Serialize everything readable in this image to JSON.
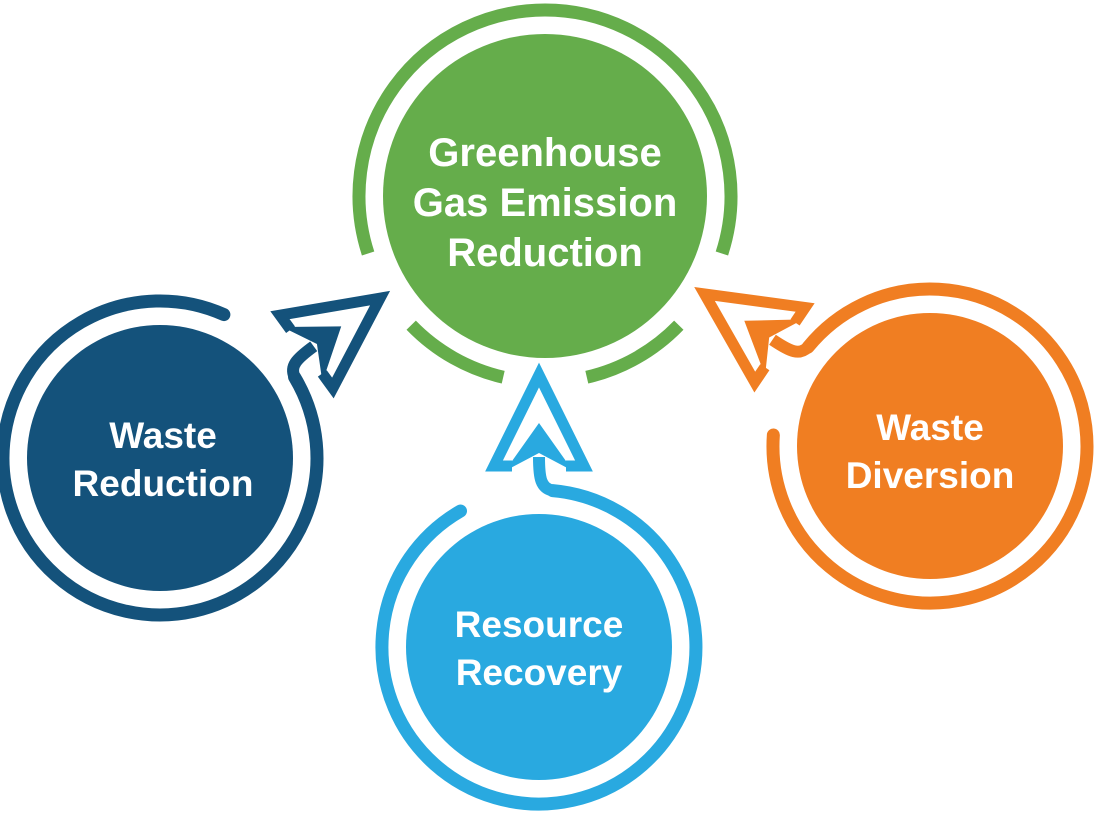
{
  "diagram": {
    "background_color": "#FFFFFF",
    "text_color": "#FFFFFF",
    "center": {
      "id": "greenhouse-gas-emission-reduction",
      "label": "Greenhouse\nGas Emission\nReduction",
      "color": "#65AD4B"
    },
    "nodes": [
      {
        "id": "waste-reduction",
        "label": "Waste\nReduction",
        "color": "#14527B",
        "arrow_to": "greenhouse-gas-emission-reduction"
      },
      {
        "id": "resource-recovery",
        "label": "Resource\nRecovery",
        "color": "#29A9E0",
        "arrow_to": "greenhouse-gas-emission-reduction"
      },
      {
        "id": "waste-diversion",
        "label": "Waste\nDiversion",
        "color": "#F07E22",
        "arrow_to": "greenhouse-gas-emission-reduction"
      }
    ]
  }
}
